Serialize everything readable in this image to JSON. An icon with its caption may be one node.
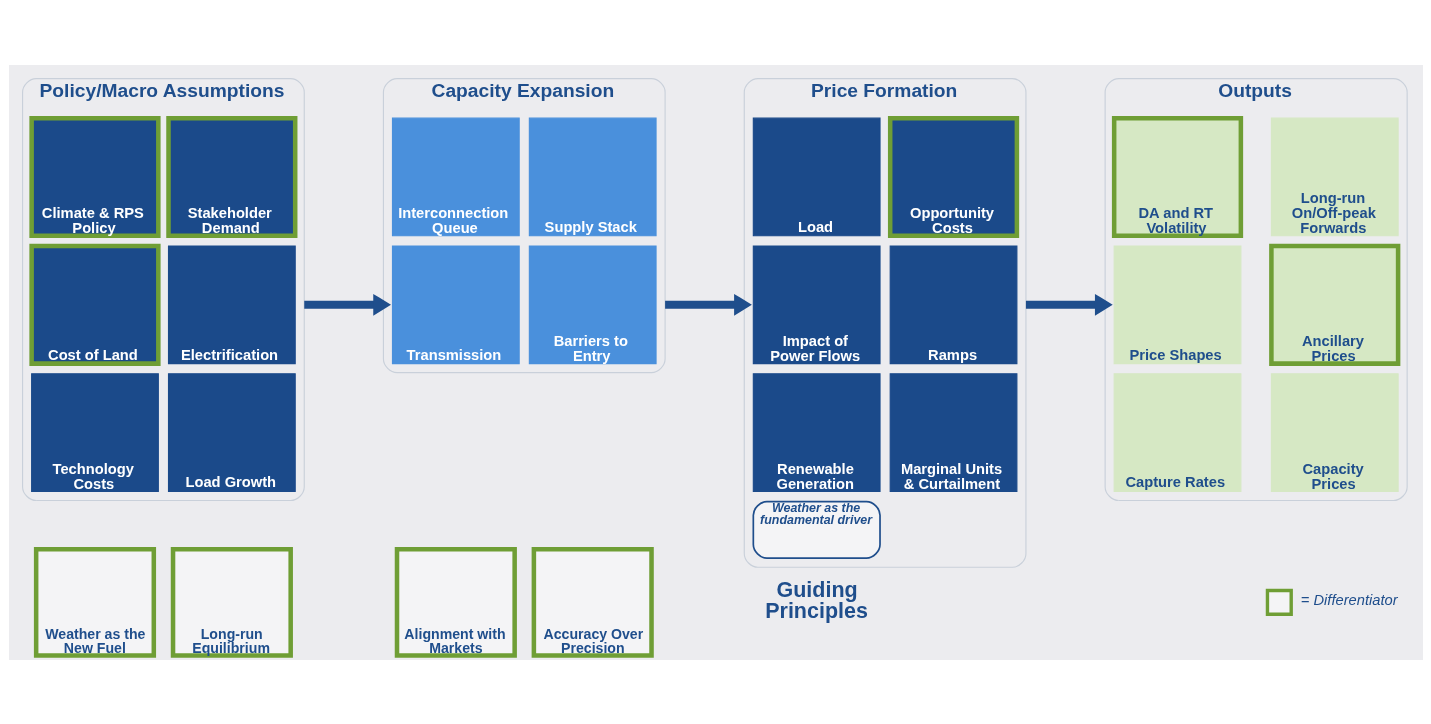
{
  "diagram": {
    "nodes": [
      {
        "text": [
          "Policy/Macro Assumptions"
        ]
      },
      {
        "text": [
          "Climate & RPS Policy"
        ],
        "in": 0
      },
      {
        "text": [
          "Stakeholder Demand"
        ],
        "in": 0
      },
      {
        "text": [
          "Cost of Land"
        ],
        "in": 0
      },
      {
        "text": [
          "Electrification"
        ],
        "in": 0
      },
      {
        "text": [
          "Technology Costs"
        ],
        "in": 0
      },
      {
        "text": [
          "Load Growth"
        ],
        "in": 0
      },
      {
        "text": [
          "Capacity Expansion"
        ]
      },
      {
        "text": [
          "Interconnection Queue"
        ],
        "in": 7
      },
      {
        "text": [
          "Supply Stack"
        ],
        "in": 7
      },
      {
        "text": [
          "Transmission"
        ],
        "in": 7
      },
      {
        "text": [
          "Barriers to Entry"
        ],
        "in": 7
      },
      {
        "text": [
          "Price Formation"
        ]
      },
      {
        "text": [
          "Load"
        ],
        "in": 12
      },
      {
        "text": [
          "Opportunity Costs"
        ],
        "in": 12
      },
      {
        "text": [
          "Impact of Power Flows"
        ],
        "in": 12
      },
      {
        "text": [
          "Ramps"
        ],
        "in": 12
      },
      {
        "text": [
          "Renewable Generation"
        ],
        "in": 12
      },
      {
        "text": [
          "Marginal Units & Curtailment"
        ],
        "in": 12
      },
      {
        "text": [
          "Weather as the fundamental driver"
        ],
        "in": 12
      },
      {
        "text": [
          "Outputs"
        ]
      },
      {
        "text": [
          "DA and RT Volatility"
        ],
        "in": 20
      },
      {
        "text": [
          "Long-run On/Off-peak Forwards"
        ],
        "in": 20
      },
      {
        "text": [
          "Price Shapes"
        ],
        "in": 20
      },
      {
        "text": [
          "Ancillary Prices"
        ],
        "in": 20
      },
      {
        "text": [
          "Capture Rates"
        ],
        "in": 20
      },
      {
        "text": [
          "Capacity Prices"
        ],
        "in": 20
      },
      {
        "text": [
          "Weather as the New Fuel"
        ]
      },
      {
        "text": [
          "Long-run Equilibrium"
        ]
      },
      {
        "text": [
          "Alignment with Markets"
        ]
      },
      {
        "text": [
          "Accuracy Over Precision"
        ]
      }
    ],
    "edges": [
      {
        "from": 0,
        "to": 7,
        "arrow": "to"
      },
      {
        "from": 7,
        "to": 12,
        "arrow": "to"
      },
      {
        "from": 12,
        "to": 20,
        "arrow": "to"
      }
    ],
    "labels": [
      "Guiding Principles"
    ],
    "legend": [
      {
        "text": "= Differentiator"
      }
    ]
  }
}
